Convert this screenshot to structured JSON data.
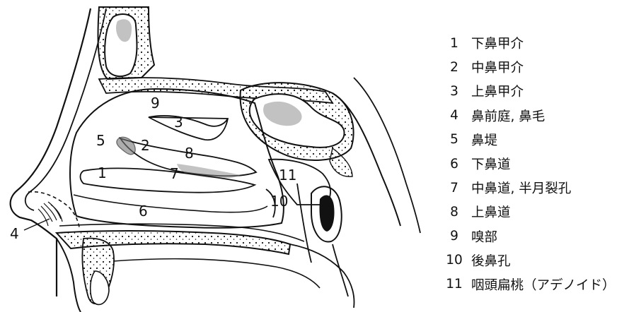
{
  "figure": {
    "legend": [
      {
        "number": "1",
        "term": "下鼻甲介"
      },
      {
        "number": "2",
        "term": "中鼻甲介"
      },
      {
        "number": "3",
        "term": "上鼻甲介"
      },
      {
        "number": "4",
        "term": "鼻前庭, 鼻毛"
      },
      {
        "number": "5",
        "term": "鼻堤"
      },
      {
        "number": "6",
        "term": "下鼻道"
      },
      {
        "number": "7",
        "term": "中鼻道, 半月裂孔"
      },
      {
        "number": "8",
        "term": "上鼻道"
      },
      {
        "number": "9",
        "term": "嗅部"
      },
      {
        "number": "10",
        "term": "後鼻孔"
      },
      {
        "number": "11",
        "term": "咽頭扁桃（アデノイド）"
      }
    ],
    "callouts": [
      "1",
      "2",
      "3",
      "4",
      "5",
      "6",
      "7",
      "8",
      "9",
      "10",
      "11"
    ],
    "colors": {
      "line": "#111111",
      "bone_fill": "#e6e6e6",
      "shade": "#555555"
    }
  }
}
